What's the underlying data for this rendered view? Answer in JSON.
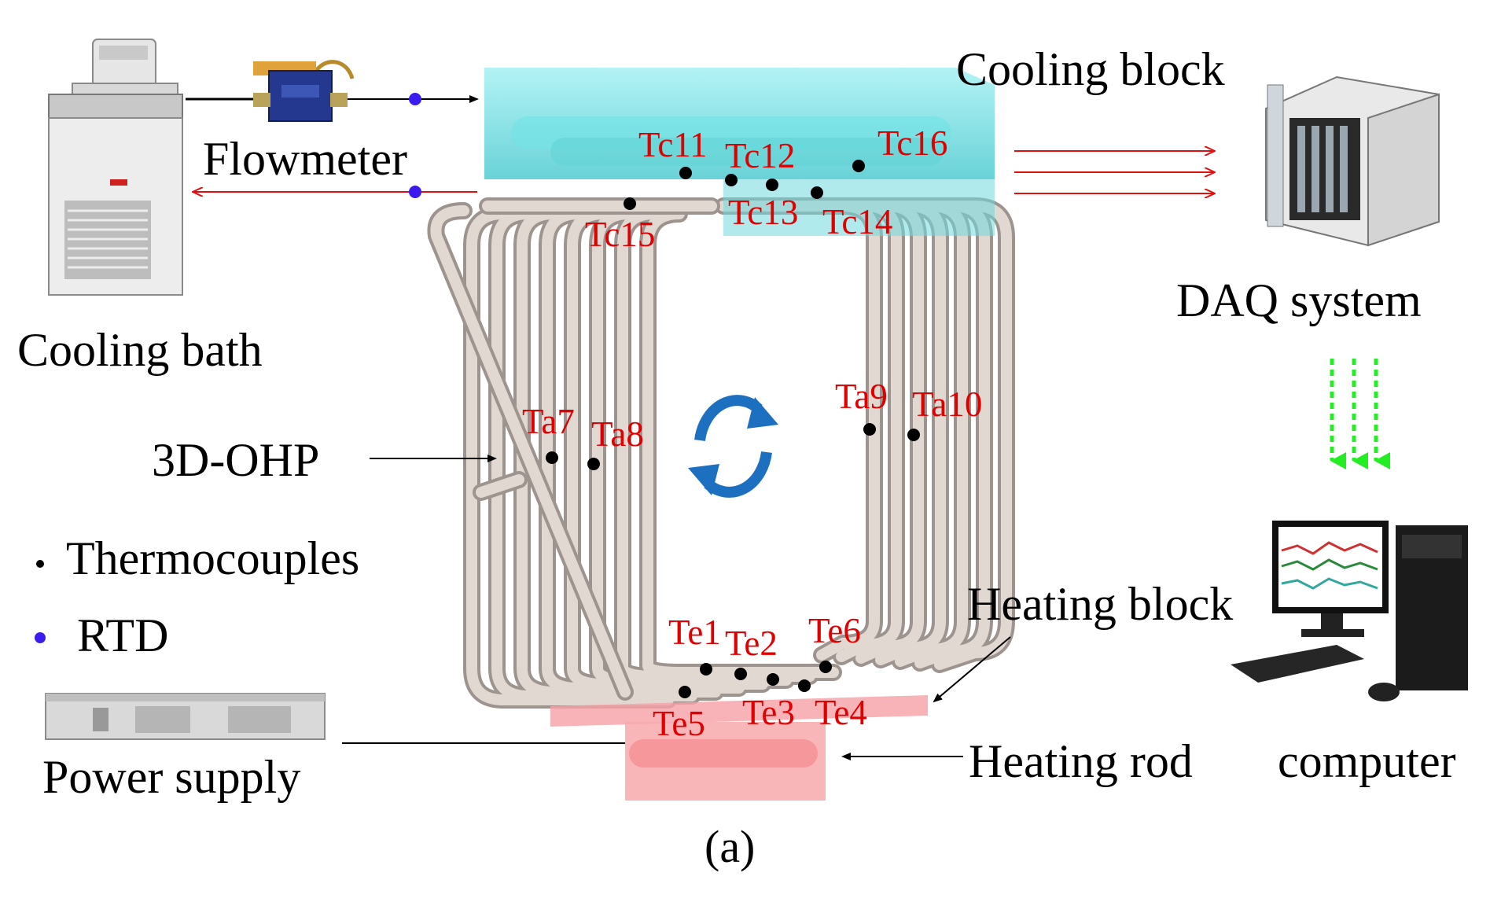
{
  "labels": {
    "cooling_block": "Cooling block",
    "flowmeter": "Flowmeter",
    "cooling_bath": "Cooling bath",
    "daq_system": "DAQ system",
    "ohp": "3D-OHP",
    "heating_block": "Heating block",
    "heating_rod": "Heating rod",
    "computer": "computer",
    "power_supply": "Power supply"
  },
  "legend": {
    "thermocouples": "Thermocouples",
    "rtd": "RTD"
  },
  "sensors": {
    "tc11": "Tc11",
    "tc12": "Tc12",
    "tc13": "Tc13",
    "tc14": "Tc14",
    "tc15": "Tc15",
    "tc16": "Tc16",
    "ta7": "Ta7",
    "ta8": "Ta8",
    "ta9": "Ta9",
    "ta10": "Ta10",
    "te1": "Te1",
    "te2": "Te2",
    "te3": "Te3",
    "te4": "Te4",
    "te5": "Te5",
    "te6": "Te6"
  },
  "caption": "(a)",
  "colors": {
    "sensor_text": "#e00000",
    "thermocouple_dot": "#000000",
    "rtd_dot": "#3a1cf0",
    "cooling_block": "#5fdde0",
    "heating_block": "#f7a9ad",
    "pipe": "#d8ccc6",
    "flow_arrow": "#e01010",
    "data_arrow": "#22ee22",
    "rotation_arrow": "#1d6fc0"
  }
}
